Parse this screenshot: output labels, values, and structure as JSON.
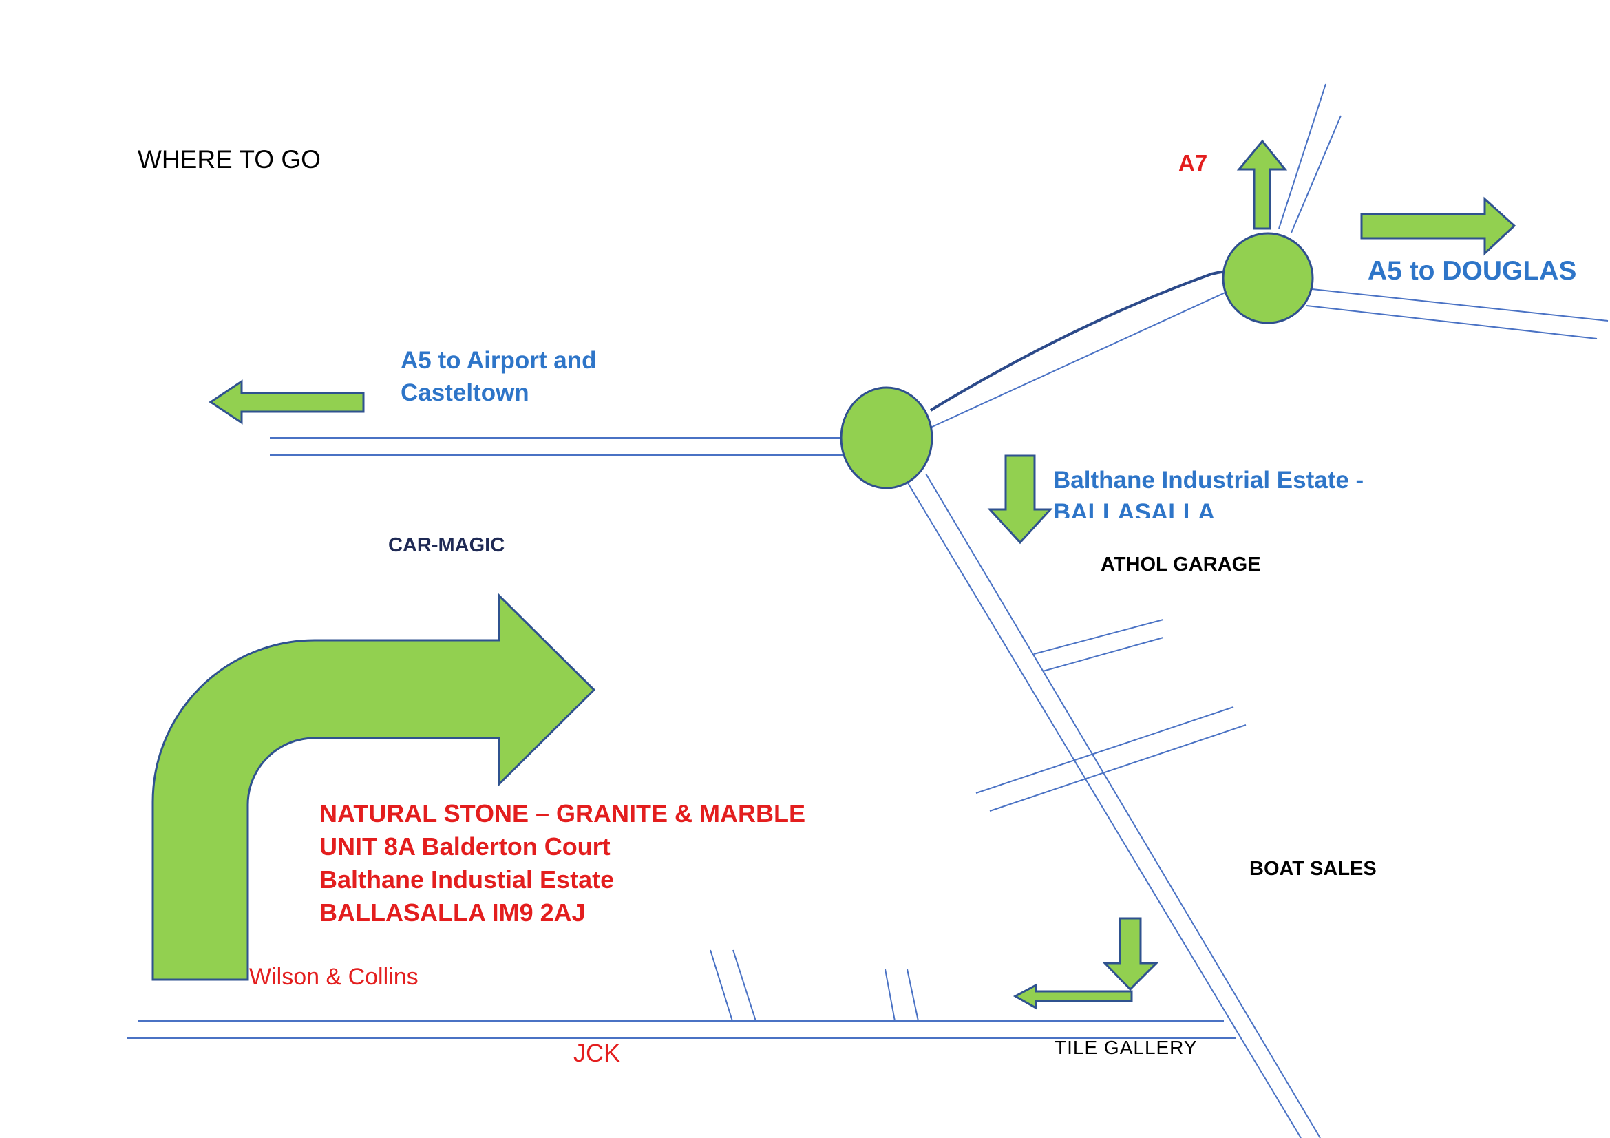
{
  "title": "WHERE TO GO",
  "colors": {
    "road": "#4a72c4",
    "link_road": "#2c4a8a",
    "roundabout_fill": "#92d050",
    "roundabout_stroke": "#2f4f8f",
    "arrow_fill": "#92d050",
    "arrow_stroke": "#2f528f",
    "label_blue": "#2e75c8",
    "label_red": "#e31e1e",
    "label_dark": "#000000"
  },
  "road_labels": {
    "a7": "A7",
    "douglas": "A5 to  DOUGLAS",
    "airport": "A5 to Airport and Casteltown",
    "balthane": "Balthane Industrial Estate - BALLASALLA"
  },
  "landmarks": {
    "car_magic": "CAR-MAGIC",
    "athol_garage": "ATHOL  GARAGE",
    "boat_sales": "BOAT  SALES",
    "tile_gallery": "TILE  GALLERY",
    "wilson_collins": "Wilson & Collins",
    "jck": "JCK"
  },
  "destination": {
    "lines": [
      "NATURAL STONE – GRANITE & MARBLE",
      "UNIT 8A Balderton Court",
      "Balthane Industial Estate",
      "BALLASALLA  IM9 2AJ"
    ]
  },
  "icons": {
    "arrow_up": "arrow-up-icon",
    "arrow_right": "arrow-right-icon",
    "arrow_left": "arrow-left-icon",
    "arrow_down": "arrow-down-icon",
    "arrow_bent": "bent-arrow-icon",
    "arrow_down_left": "down-then-left-arrow-icon",
    "roundabout": "roundabout-icon"
  }
}
